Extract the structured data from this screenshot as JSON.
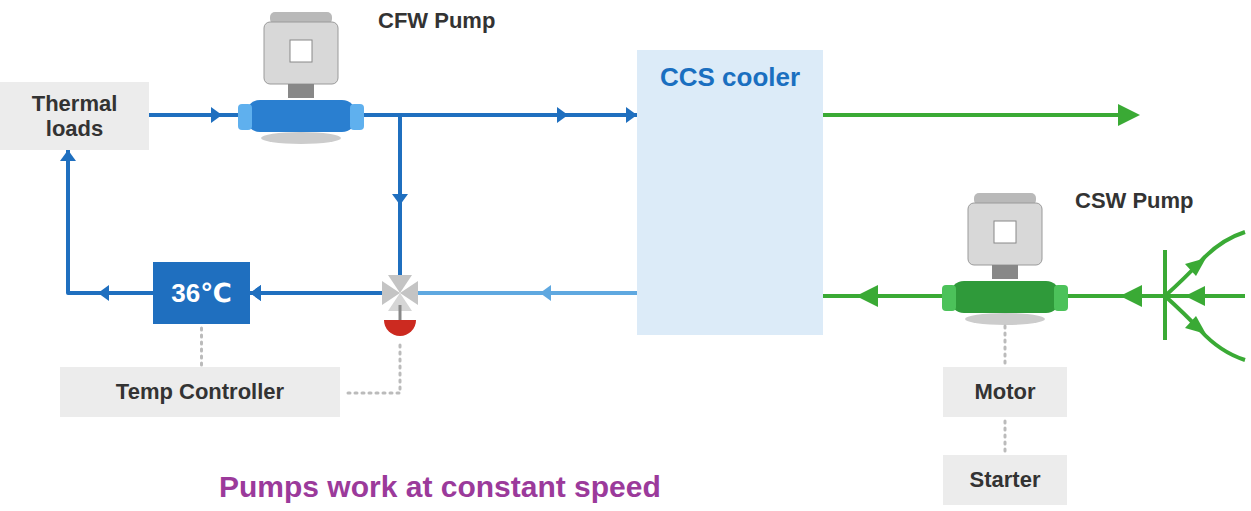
{
  "diagram": {
    "caption": "Pumps work at constant speed",
    "nodes": [
      {
        "text": [
          "Thermal loads"
        ]
      },
      {
        "text": [
          "CCS cooler"
        ]
      },
      {
        "text": [
          "36℃"
        ]
      },
      {
        "text": [
          "Temp Controller"
        ]
      },
      {
        "text": [
          "Motor"
        ]
      },
      {
        "text": [
          "Starter"
        ]
      }
    ],
    "edges": [
      {
        "from": 0,
        "to": 1,
        "arrow": "to"
      },
      {
        "from": 1,
        "to": 2,
        "arrow": "to"
      },
      {
        "from": 2,
        "to": 0,
        "arrow": "to"
      },
      {
        "from": 0,
        "to": 2,
        "arrow": "to"
      },
      {
        "from": 2,
        "to": 3,
        "arrow": "none"
      },
      {
        "from": 4,
        "to": 5,
        "arrow": "none"
      }
    ],
    "labels": [
      "CFW Pump",
      "CSW Pump"
    ]
  }
}
